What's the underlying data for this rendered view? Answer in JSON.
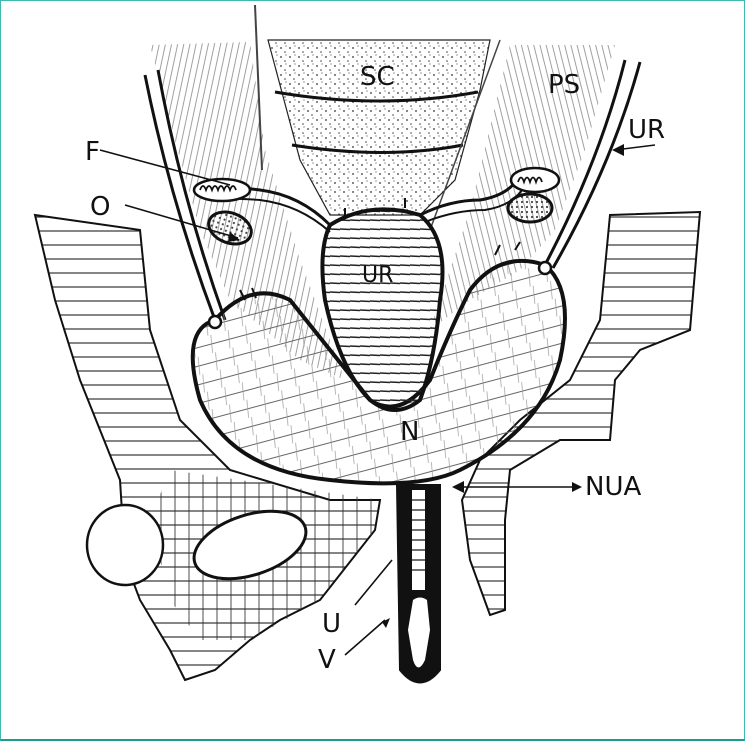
{
  "figure": {
    "type": "anatomical-illustration",
    "subject": "female pelvis schematic",
    "border_color": "#3fb8b0",
    "ink_color": "#111111",
    "background": "#ffffff"
  },
  "labels": {
    "sc": "SC",
    "ps": "PS",
    "ur_right": "UR",
    "f": "F",
    "o": "O",
    "ur_center": "UR",
    "n": "N",
    "nua": "NUA",
    "u": "U",
    "v": "V"
  }
}
